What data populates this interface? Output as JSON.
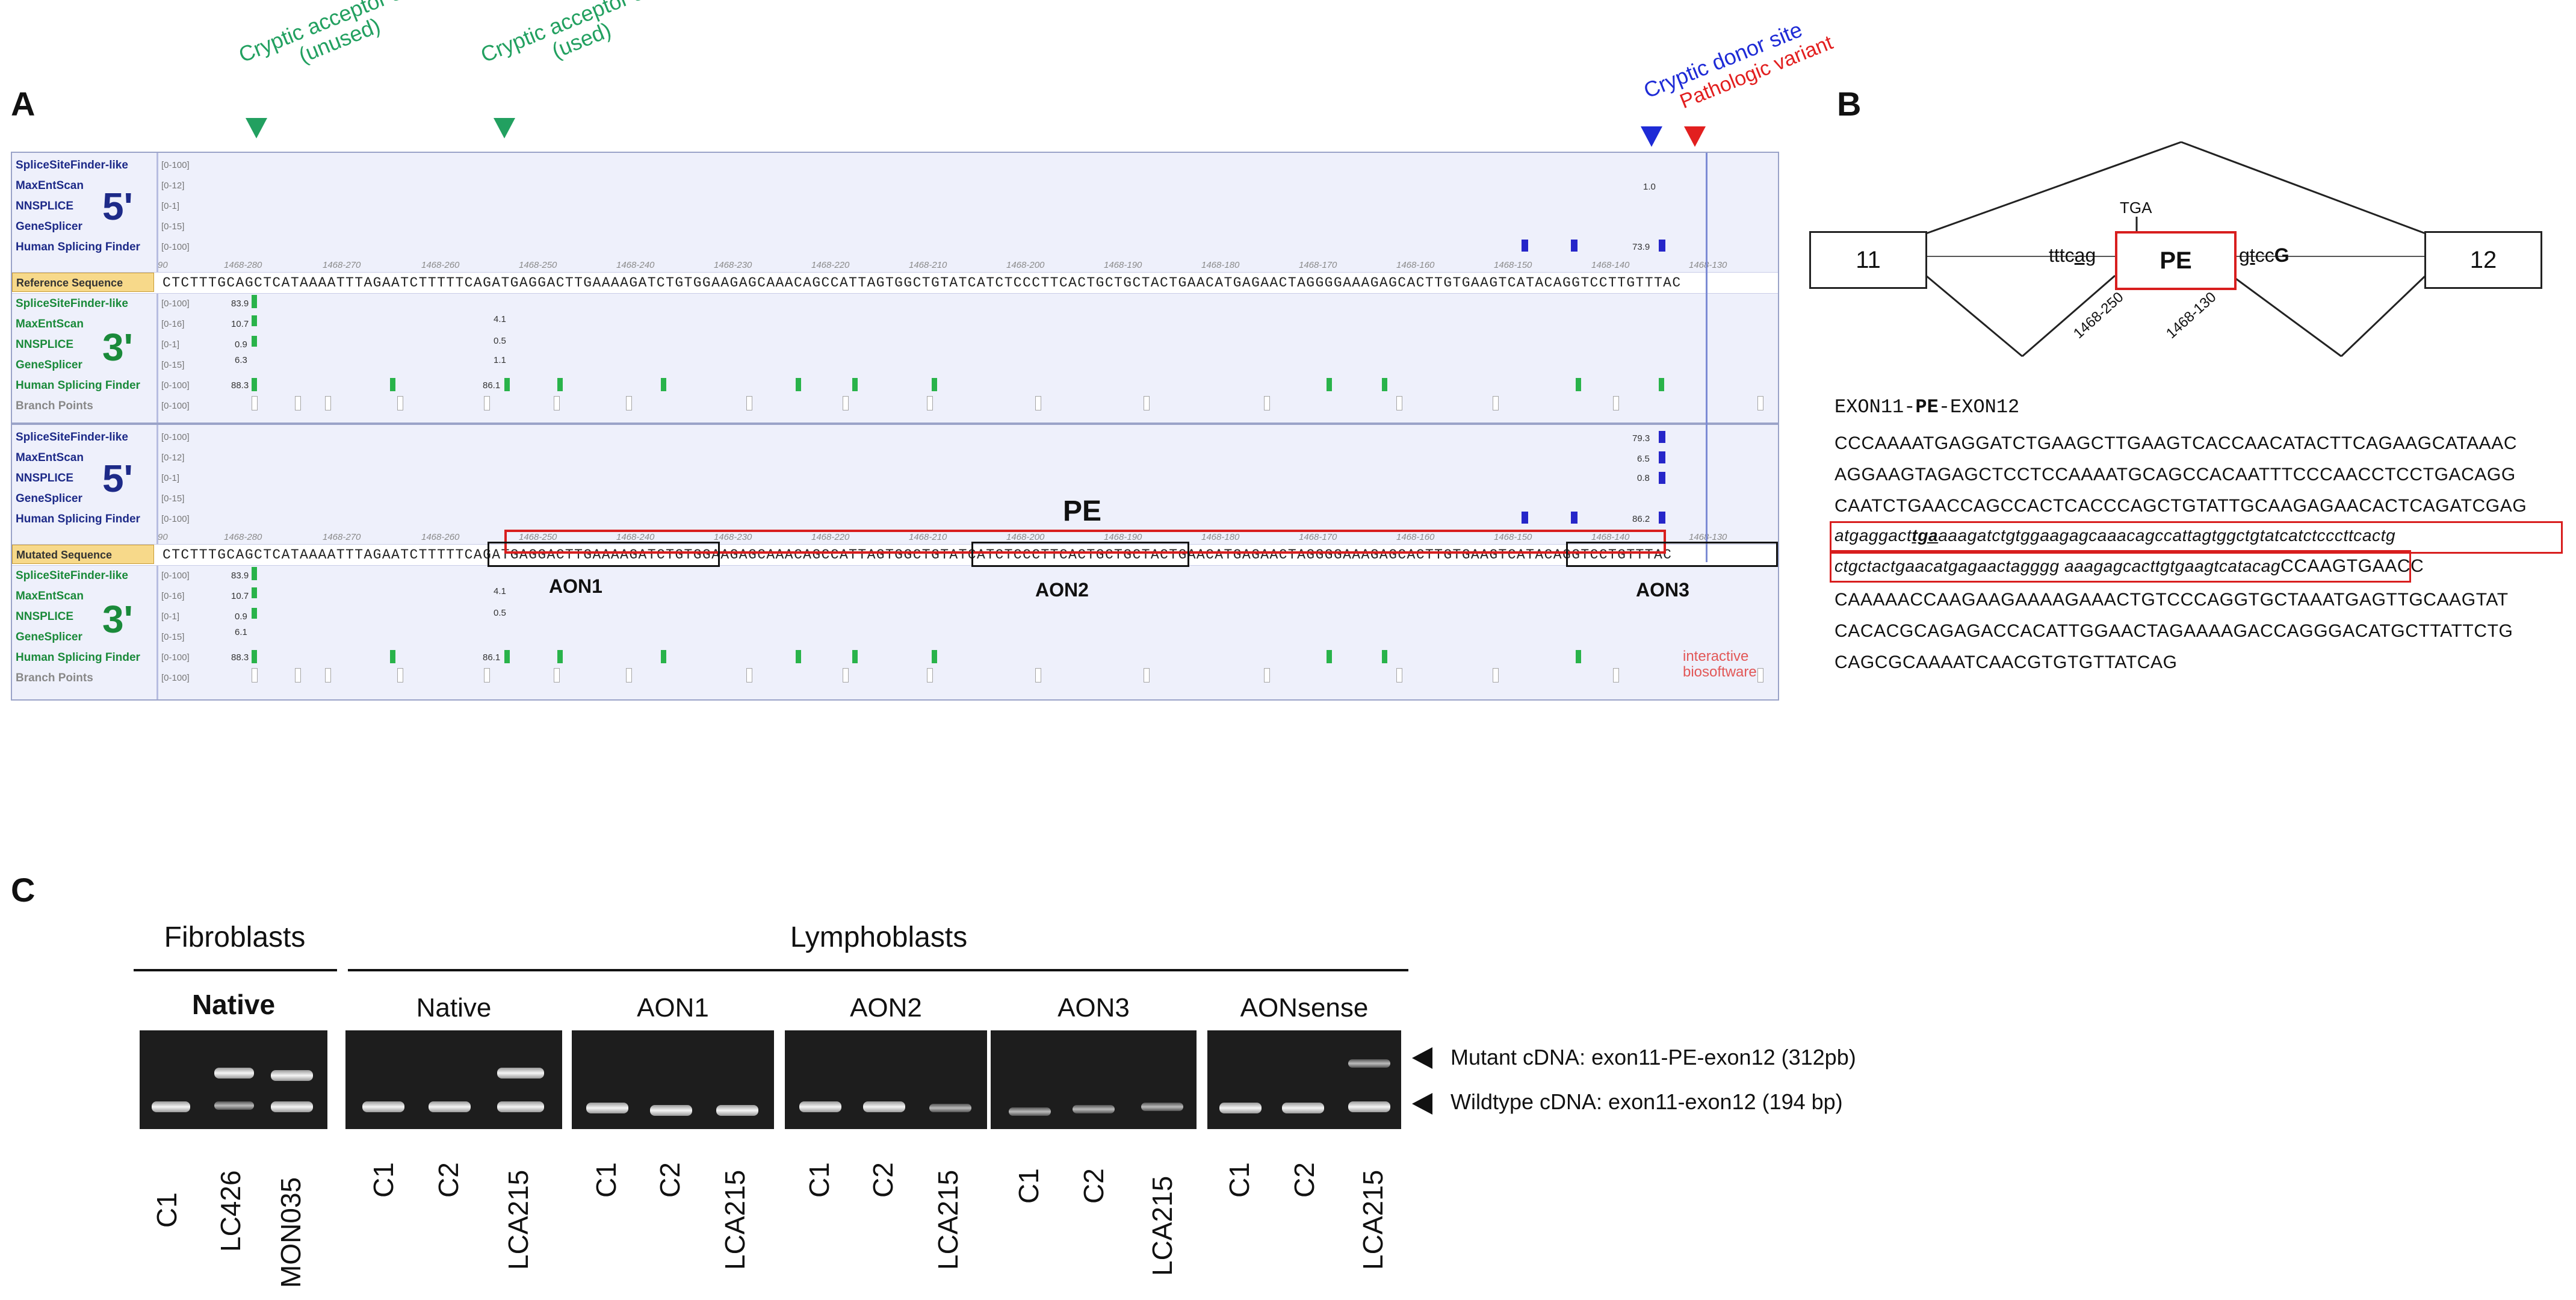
{
  "panels": {
    "a": "A",
    "b": "B",
    "c": "C"
  },
  "annotations": {
    "cryptic_acceptor_unused": "Cryptic acceptor site\n(unused)",
    "cryptic_acceptor_used": "Cryptic acceptor site\n(used)",
    "cryptic_donor": "Cryptic donor site",
    "pathologic_variant": "Pathologic variant"
  },
  "tracks": {
    "five_prime": [
      "SpliceSiteFinder-like",
      "MaxEntScan",
      "NNSPLICE",
      "GeneSplicer",
      "Human Splicing Finder"
    ],
    "three_prime": [
      "SpliceSiteFinder-like",
      "MaxEntScan",
      "NNSPLICE",
      "GeneSplicer",
      "Human Splicing Finder",
      "Branch Points"
    ],
    "ranges5": [
      "[0-100]",
      "[0-12]",
      "[0-1]",
      "[0-15]",
      "[0-100]"
    ],
    "ranges3": [
      "[0-100]",
      "[0-16]",
      "[0-1]",
      "[0-15]",
      "[0-100]",
      "[0-100]"
    ],
    "five_label": "5'",
    "three_label": "3'",
    "reference_label": "Reference Sequence",
    "mutated_label": "Mutated Sequence",
    "reference_seq": "CTCTTTGCAGCTCATAAAATTTAGAATCTTTTTCAGATGAGGACTTGAAAAGATCTGTGGAAGAGCAAACAGCCATTAGTGGCTGTATCATCTCCCTTCACTGCTGCTACTGAACATGAGAACTAGGGGAAAGAGCACTTGTGAAGTCATACAGGTCCTTGTTTAC",
    "mutated_seq": "CTCTTTGCAGCTCATAAAATTTAGAATCTTTTTCAGATGAGGACTTGAAAAGATCTGTGGAAGAGCAAACAGCCATTAGTGGCTGTATCATCTCCCTTCACTGCTGCTACTGAACATGAGAACTAGGGGAAAGAGCACTTGTGAAGTCATACAGGTCCTGTTTAC",
    "coords": [
      "90",
      "1468-280",
      "1468-270",
      "1468-260",
      "1468-250",
      "1468-240",
      "1468-230",
      "1468-220",
      "1468-210",
      "1468-200",
      "1468-190",
      "1468-180",
      "1468-170",
      "1468-160",
      "1468-150",
      "1468-140",
      "1468-130"
    ],
    "scores_ref_5": {
      "maxent": "1.0",
      "hsf": "73.9"
    },
    "scores_ref_3": {
      "ssf": "83.9",
      "maxent": "10.7",
      "nnsplice": "0.9",
      "genesplicer": "6.3",
      "hsf": "88.3",
      "maxent2": "4.1",
      "nnsplice2": "0.5",
      "genesplicer2": "1.1",
      "hsf2": "86.1"
    },
    "scores_mut_5": {
      "ssf": "79.3",
      "maxent": "6.5",
      "nnsplice": "0.8",
      "hsf": "86.2"
    },
    "scores_mut_3": {
      "ssf": "83.9",
      "maxent": "10.7",
      "nnsplice": "0.9",
      "genesplicer": "6.1",
      "hsf": "88.3",
      "maxent2": "4.1",
      "nnsplice2": "0.5",
      "hsf2": "86.1"
    },
    "pe_label": "PE",
    "aon1": "AON1",
    "aon2": "AON2",
    "aon3": "AON3",
    "logo_line1": "interactive",
    "logo_line2": "biosoftware"
  },
  "panel_b": {
    "exon11": "11",
    "exon12": "12",
    "pe": "PE",
    "tga": "TGA",
    "left_site_pre": "tttc",
    "left_site_u": "ag",
    "right_site_u": "gt",
    "right_site_post": "cc",
    "right_site_bold": "G",
    "coord_left": "1468-250",
    "coord_right": "1468-130",
    "seq_title_pre": "EXON11-",
    "seq_title_pe": "PE",
    "seq_title_post": "-EXON12",
    "seq_lines": [
      "CCCAAAATGAGGATCTGAAGCTTGAAGTCACCAACATACTTCAGAAGCATAAAC",
      "AGGAAGTAGAGCTCCTCCAAAATGCAGCCACAATTTCCCAACCTCCTGACAGG",
      "CAATCTGAACCAGCCACTCACCCAGCTGTATTGCAAGAGAACACTCAGATCGAG"
    ],
    "italic_1a": "atgaggact",
    "italic_1b": "tga",
    "italic_1c": "aaagatctgtggaagagcaaacagccattagtggctgtatcatctcccttcactg",
    "italic_2": "ctgctactgaacatgagaactagggg aaagagcacttgtgaagtcatacag",
    "italic_2_tail": "CCAAGTGAACC",
    "seq_lines_after": [
      "CAAAAACCAAGAAGAAAAGAAACTGTCCCAGGTGCTAAATGAGTTGCAAGTAT",
      "CACACGCAGAGACCACATTGGAACTAGAAAAGACCAGGGACATGCTTATTCTG",
      "CAGCGCAAAATCAACGTGTGTTATCAG"
    ]
  },
  "panel_c": {
    "fibroblasts": "Fibroblasts",
    "lymphoblasts": "Lymphoblasts",
    "groups": [
      "Native",
      "Native",
      "AON1",
      "AON2",
      "AON3",
      "AONsense"
    ],
    "lanes": [
      [
        "C1",
        "LC426",
        "MON035"
      ],
      [
        "C1",
        "C2",
        "LCA215"
      ],
      [
        "C1",
        "C2",
        "LCA215"
      ],
      [
        "C1",
        "C2",
        "LCA215"
      ],
      [
        "C1",
        "C2",
        "LCA215"
      ],
      [
        "C1",
        "C2",
        "LCA215"
      ]
    ],
    "mutant_legend": "Mutant cDNA: exon11-PE-exon12 (312pb)",
    "wildtype_legend": "Wildtype cDNA: exon11-exon12 (194 bp)"
  }
}
